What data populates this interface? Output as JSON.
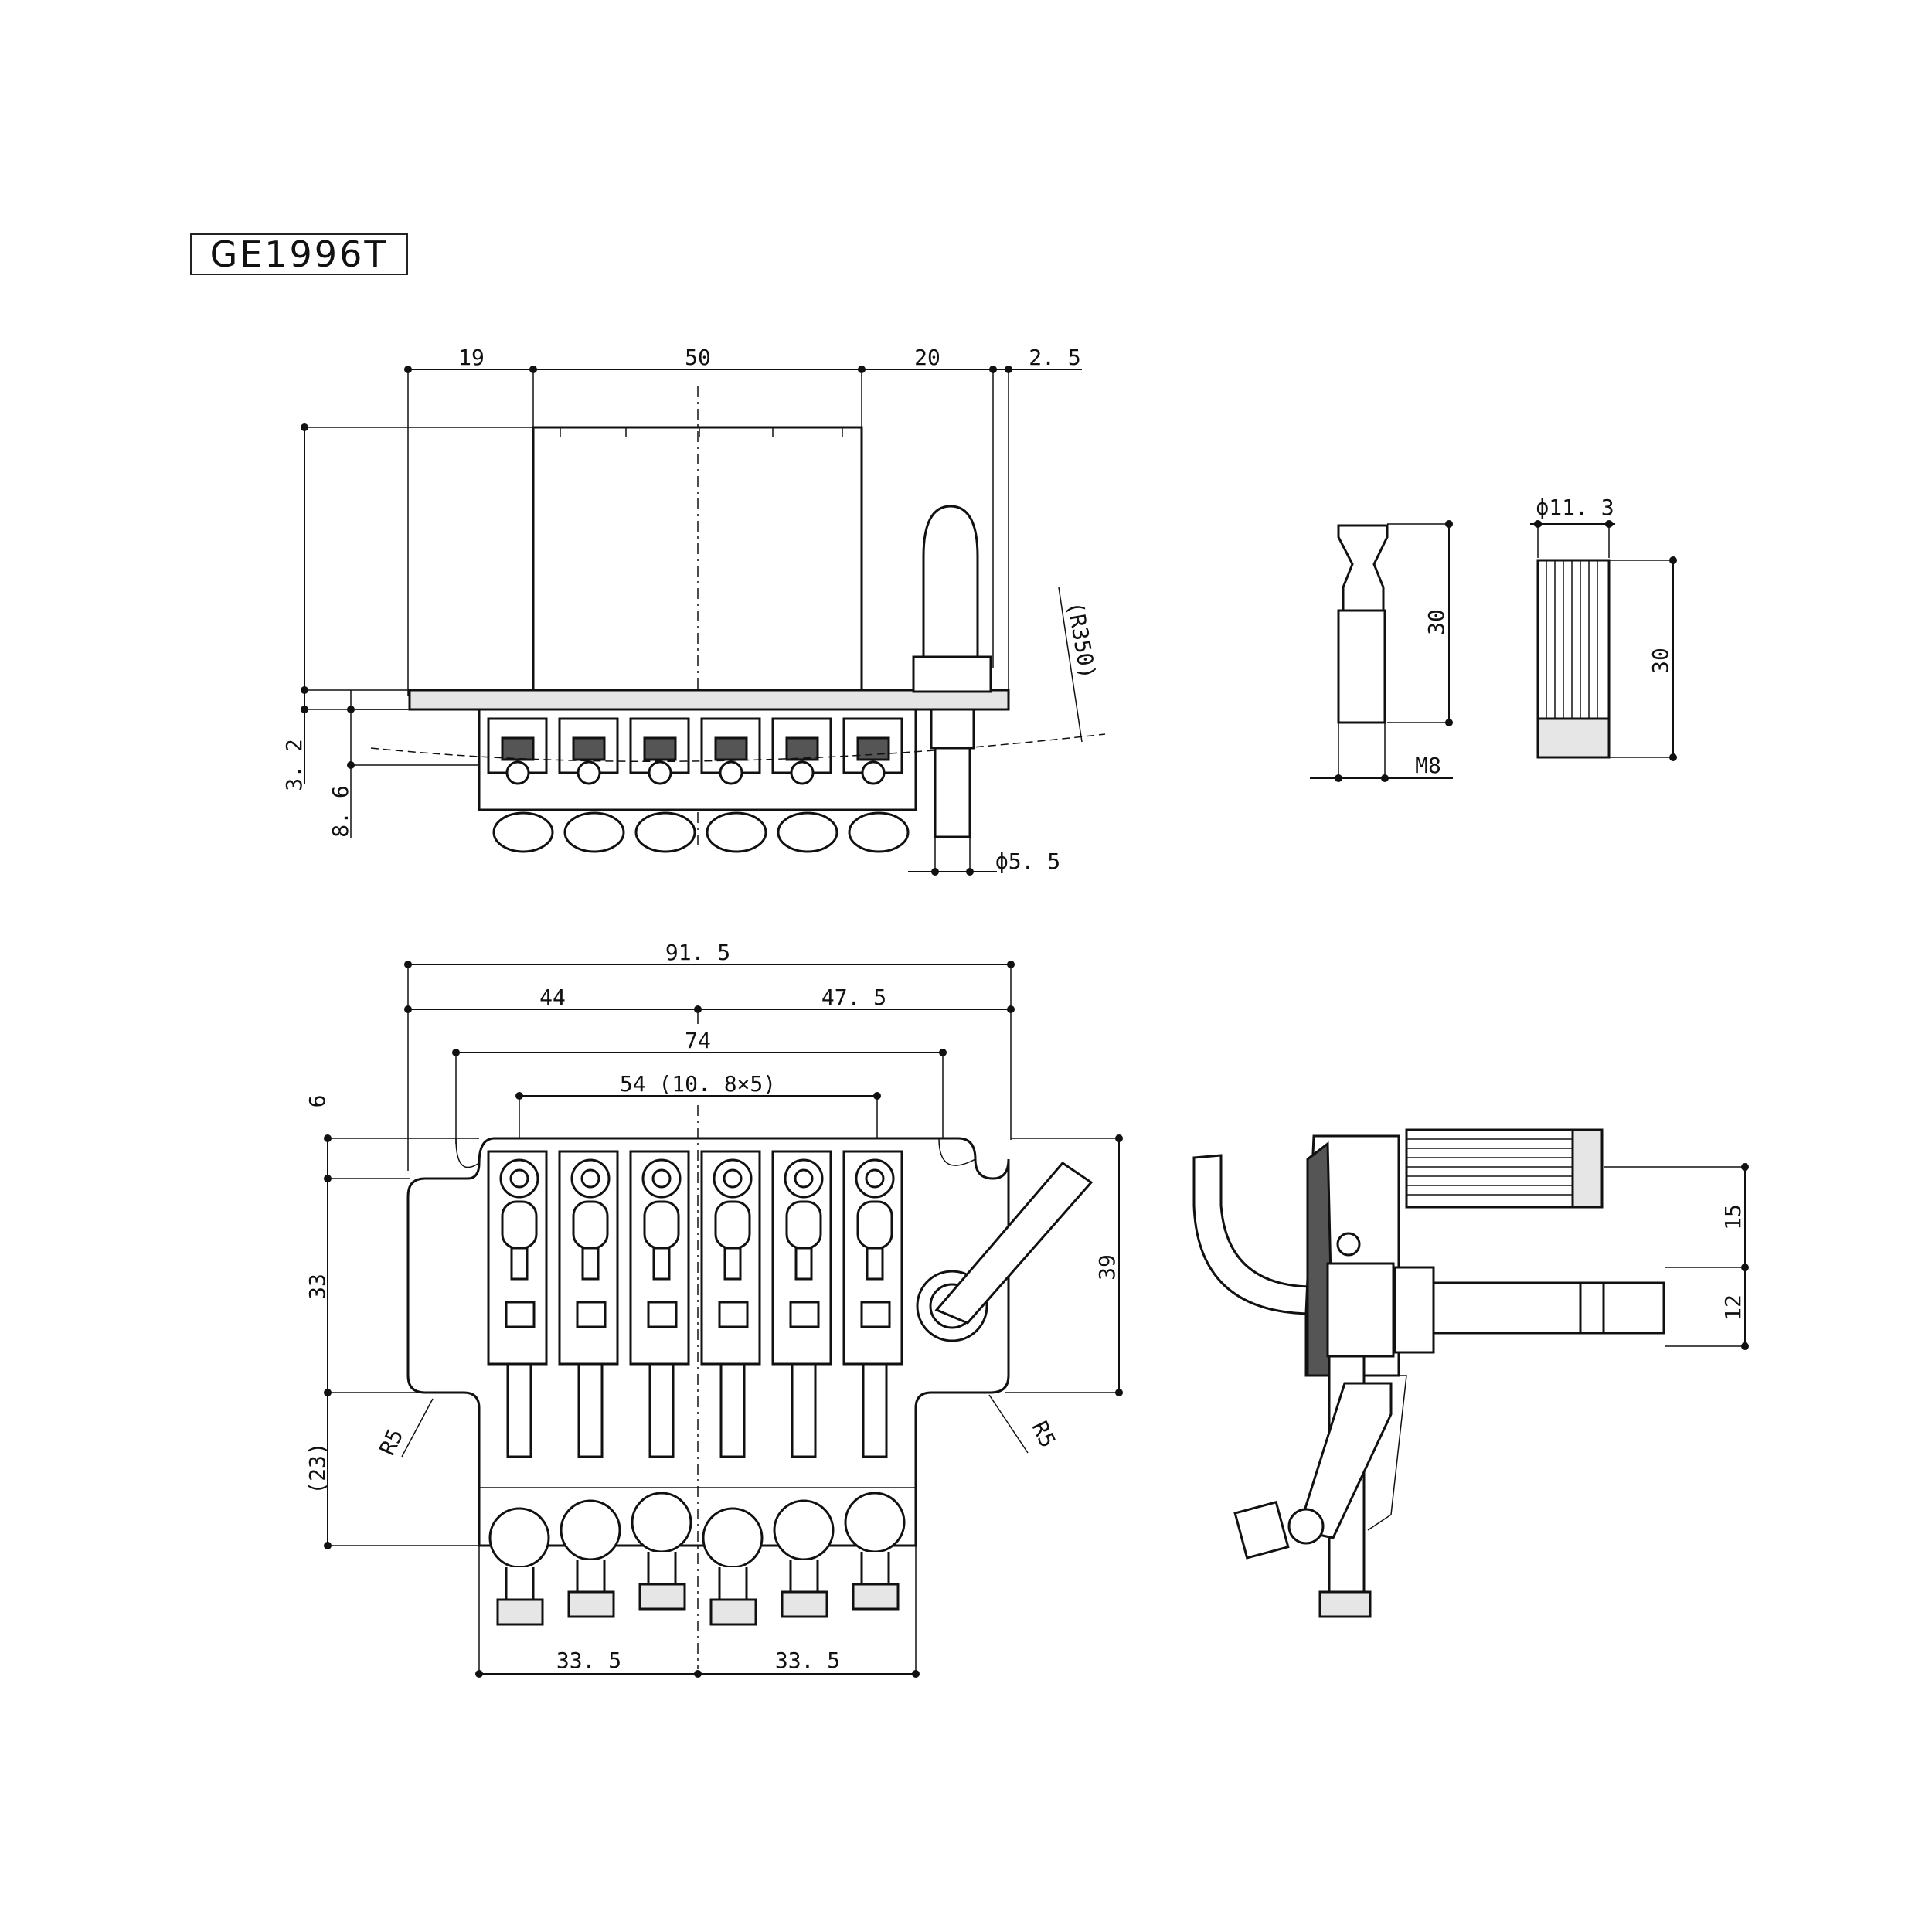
{
  "model": "GE1996T",
  "top_view": {
    "dims": {
      "w19": "19",
      "w50": "50",
      "w20": "20",
      "w2_5": "2. 5",
      "h3_2": "3. 2",
      "h8_6": "8. 6",
      "radius": "(R350)",
      "arm_dia": "ϕ5. 5"
    }
  },
  "arm_parts": {
    "tip_height": "30",
    "thread": "M8",
    "cap_dia": "ϕ11. 3",
    "cap_height": "30"
  },
  "front_view": {
    "dims": {
      "total": "91. 5",
      "left": "44",
      "right": "47. 5",
      "inner": "74",
      "spacing": "54 (10. 8×5)",
      "h6": "6",
      "h33": "33",
      "h23": "(23)",
      "h39": "39",
      "r_left": "R5",
      "r_right": "R5",
      "bottom_left": "33. 5",
      "bottom_right": "33. 5"
    }
  },
  "side_view": {
    "dims": {
      "h15": "15",
      "h12": "12"
    }
  }
}
